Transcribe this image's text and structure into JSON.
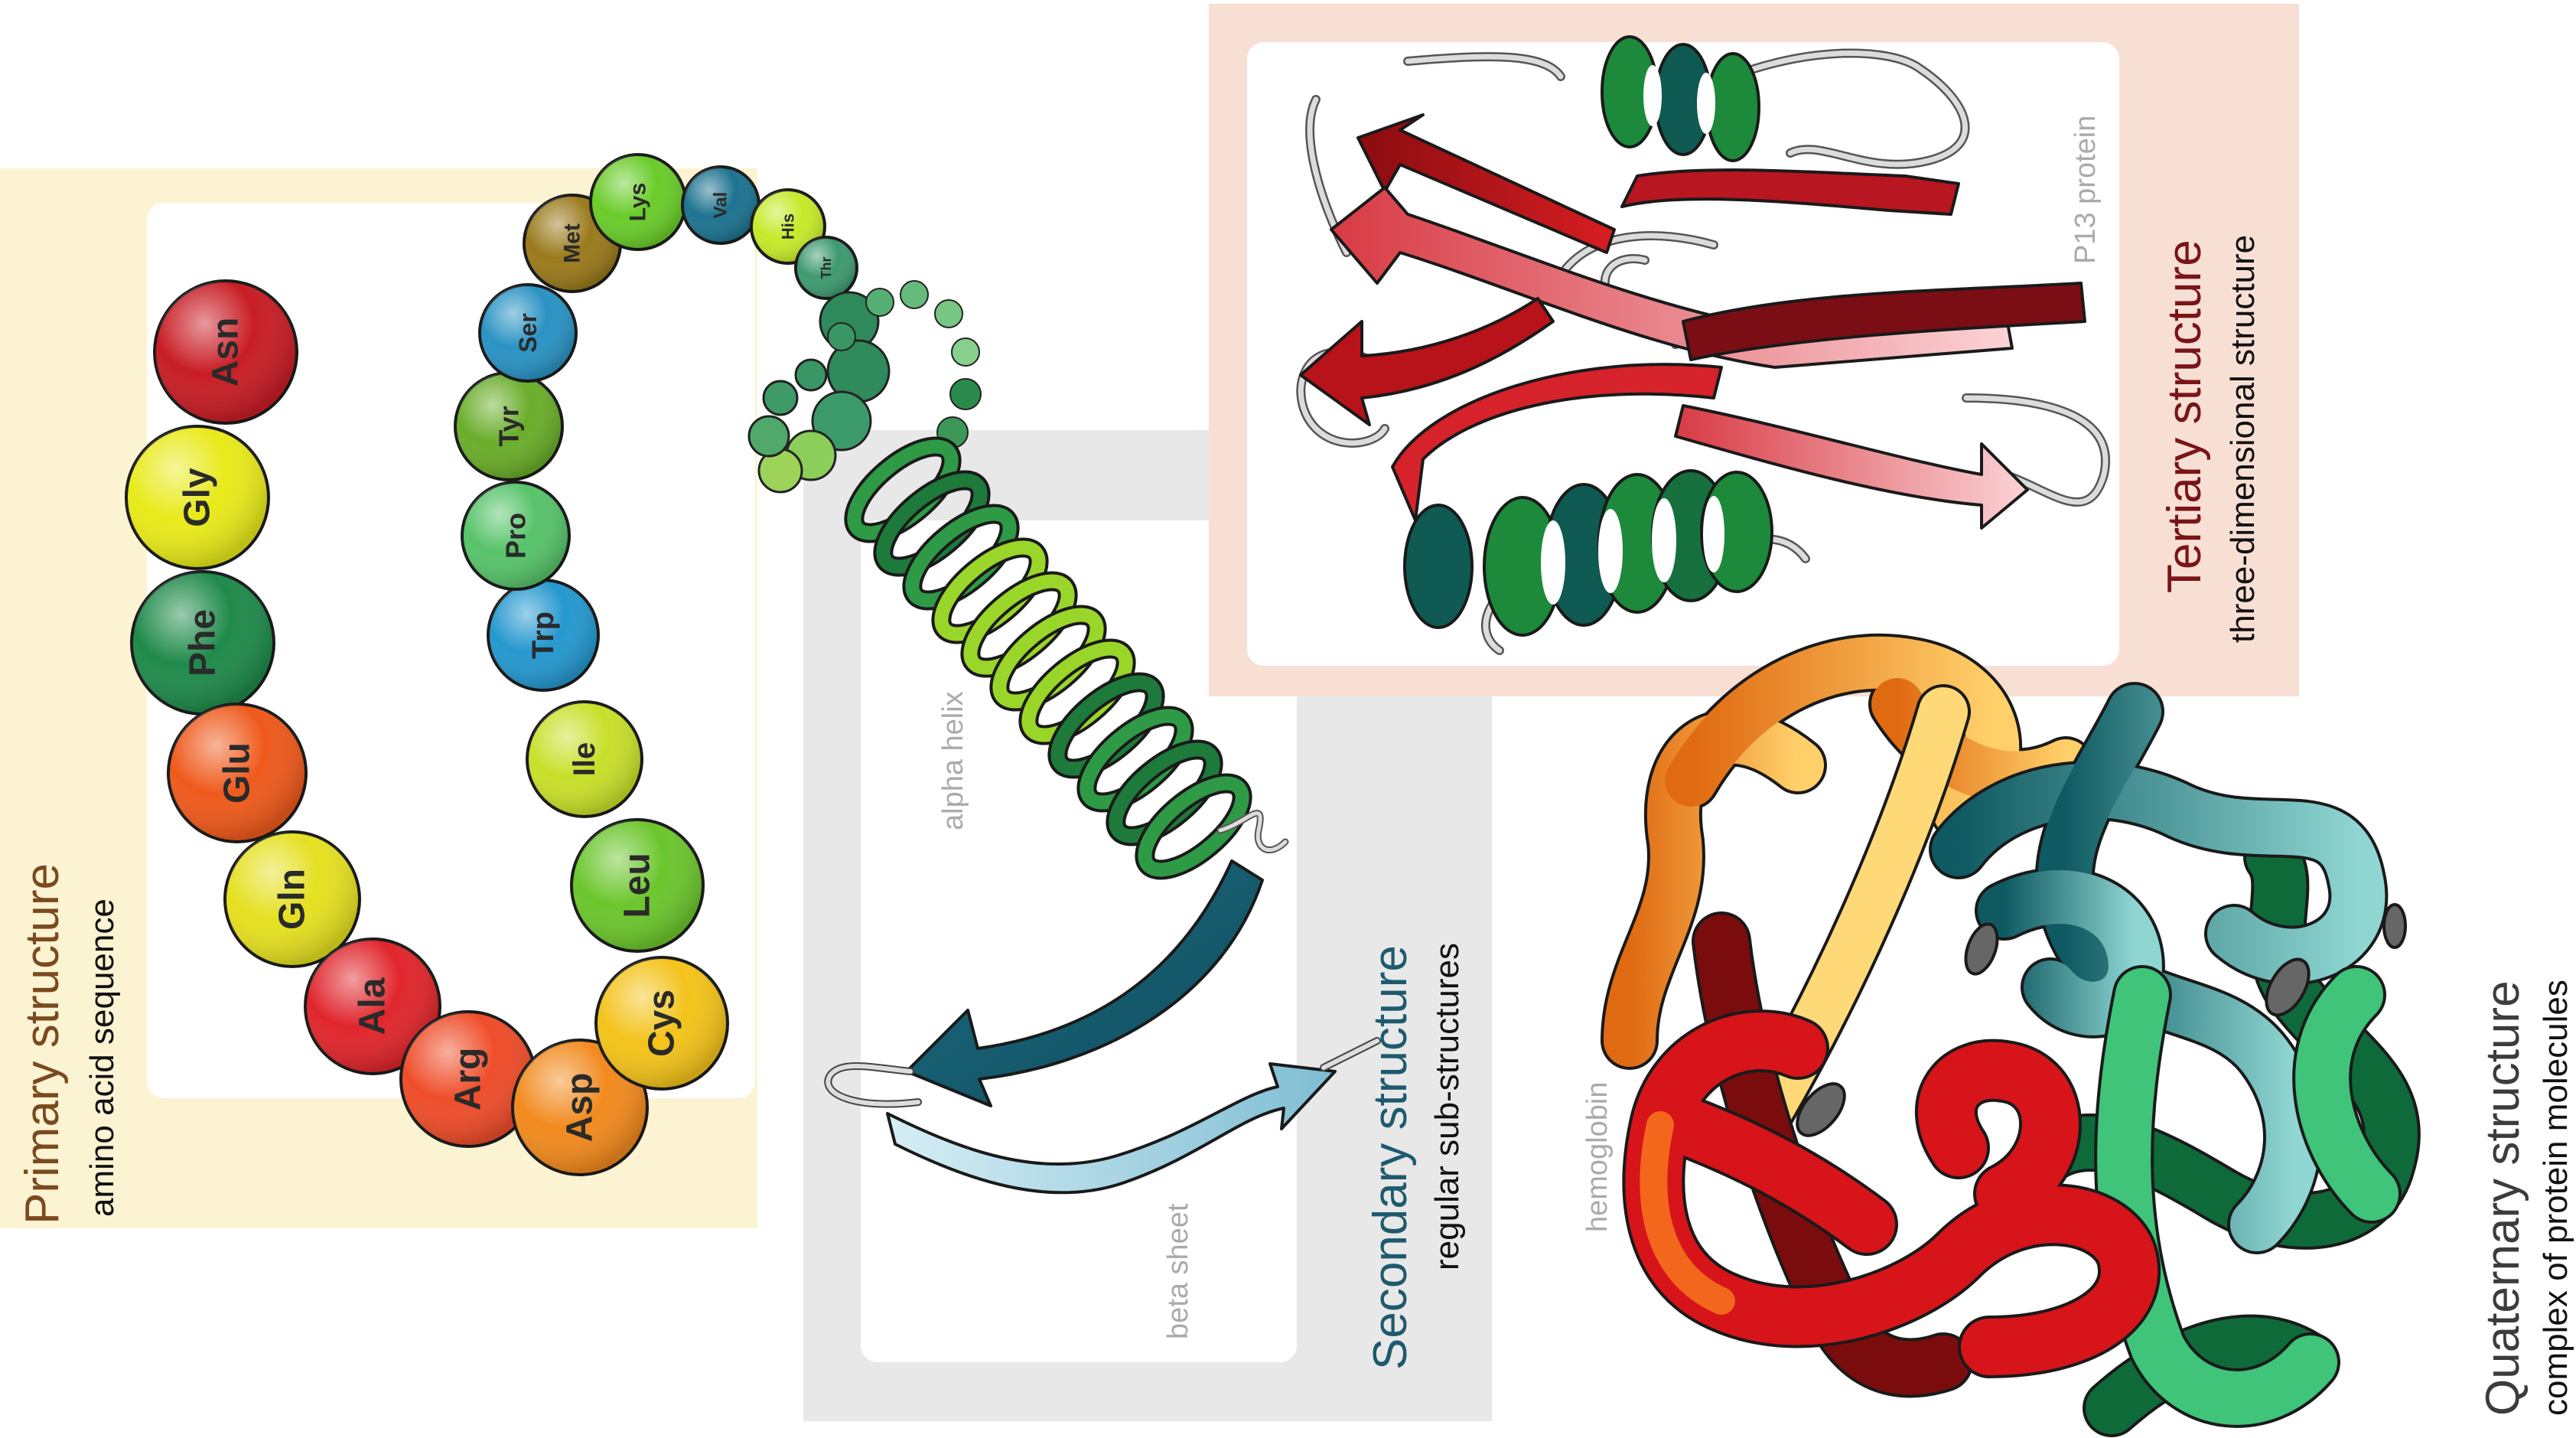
{
  "primary": {
    "title": "Primary structure",
    "subtitle": "amino acid sequence",
    "title_color": "#7a4a1e",
    "residues": [
      {
        "name": "Asn",
        "color": "#c81d25"
      },
      {
        "name": "Gly",
        "color": "#e8ea1a"
      },
      {
        "name": "Phe",
        "color": "#1f8a4a"
      },
      {
        "name": "Glu",
        "color": "#ef5a1c"
      },
      {
        "name": "Gln",
        "color": "#e5e020"
      },
      {
        "name": "Ala",
        "color": "#e0262c"
      },
      {
        "name": "Arg",
        "color": "#ef4d2a"
      },
      {
        "name": "Asp",
        "color": "#f28a1e"
      },
      {
        "name": "Cys",
        "color": "#f3c31a"
      },
      {
        "name": "Leu",
        "color": "#6cc62d"
      },
      {
        "name": "Ile",
        "color": "#c8e02a"
      },
      {
        "name": "Trp",
        "color": "#2598cf"
      },
      {
        "name": "Pro",
        "color": "#57c36a"
      },
      {
        "name": "Tyr",
        "color": "#6aad2a"
      },
      {
        "name": "Ser",
        "color": "#2a93c4"
      },
      {
        "name": "Met",
        "color": "#9a7a1c"
      },
      {
        "name": "Lys",
        "color": "#6acc2a"
      },
      {
        "name": "Val",
        "color": "#1d7390"
      },
      {
        "name": "His",
        "color": "#c6ea2a"
      },
      {
        "name": "Thr",
        "color": "#3e9a70"
      }
    ]
  },
  "secondary": {
    "title": "Secondary structure",
    "subtitle": "regular sub-structures",
    "title_color": "#1e5a6e",
    "alpha_label": "alpha helix",
    "beta_label": "beta sheet"
  },
  "tertiary": {
    "title": "Tertiary structure",
    "subtitle": "three-dimensional structure",
    "title_color": "#7a1418",
    "protein_label": "P13 protein"
  },
  "quaternary": {
    "title": "Quaternary structure",
    "subtitle": "complex of protein molecules",
    "title_color": "#3c3c3c",
    "protein_label": "hemoglobin"
  },
  "colors": {
    "primary_bg": "#fbf3d2",
    "secondary_bg": "#e8e8e8",
    "tertiary_bg": "#f7dfd4",
    "inner_panel": "#ffffff"
  }
}
